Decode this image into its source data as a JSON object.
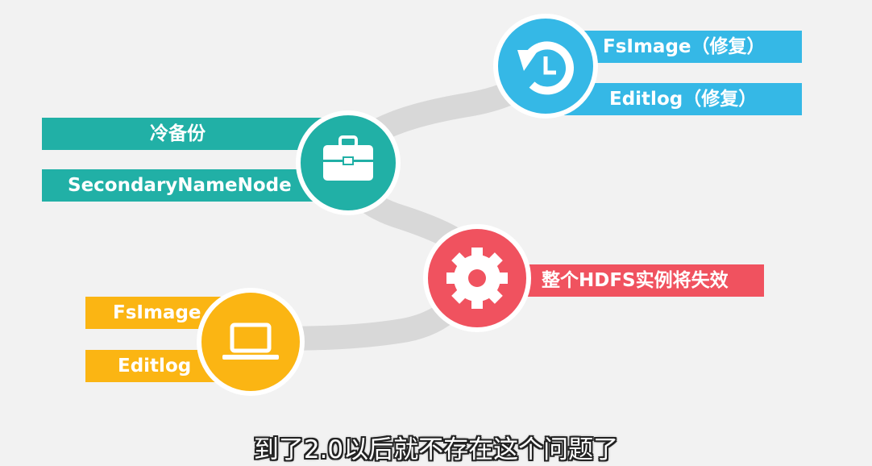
{
  "colors": {
    "blue": "#35b8e6",
    "teal": "#21b0a6",
    "red": "#f0525f",
    "yellow": "#fbb513",
    "path": "#d8d8d8"
  },
  "nodes": {
    "restore": {
      "icon": "history-icon",
      "labels": [
        "FsImage（修复）",
        "Editlog（修复）"
      ]
    },
    "backup": {
      "icon": "briefcase-icon",
      "labels": [
        "冷备份",
        "SecondaryNameNode"
      ]
    },
    "failure": {
      "icon": "gear-icon",
      "labels": [
        "整个HDFS实例将失效"
      ]
    },
    "local": {
      "icon": "laptop-icon",
      "labels": [
        "FsImage",
        "Editlog"
      ]
    }
  },
  "subtitle": "到了2.0以后就不存在这个问题了"
}
